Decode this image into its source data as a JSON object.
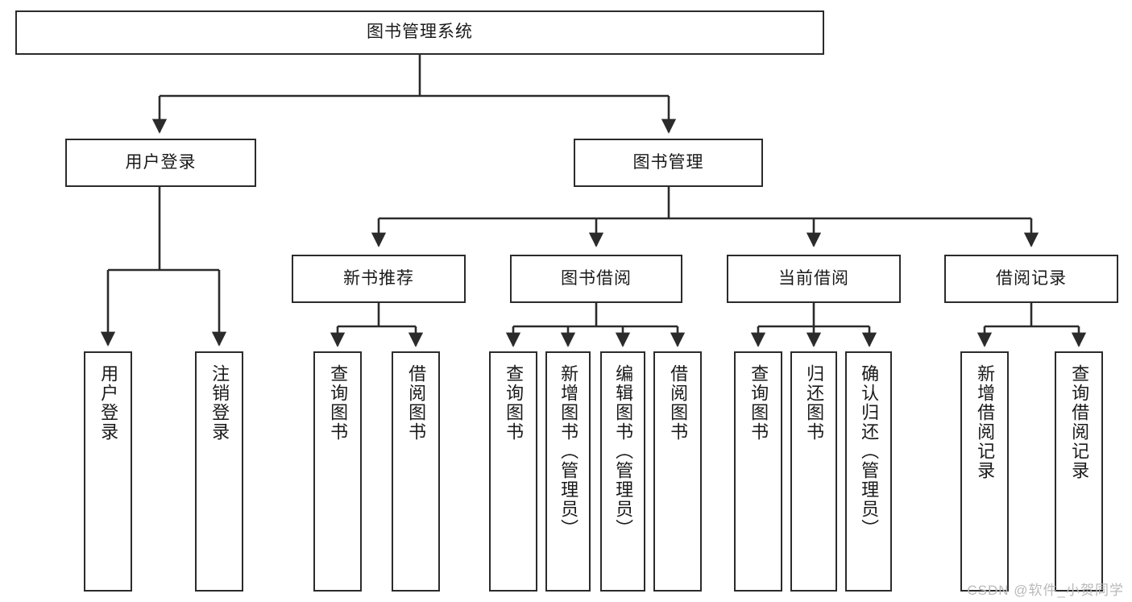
{
  "diagram": {
    "title": "图书管理系统",
    "type": "tree-hierarchy-chart",
    "root": {
      "label": "图书管理系统"
    },
    "level1": [
      {
        "label": "用户登录"
      },
      {
        "label": "图书管理"
      }
    ],
    "level2": [
      {
        "label": "新书推荐"
      },
      {
        "label": "图书借阅"
      },
      {
        "label": "当前借阅"
      },
      {
        "label": "借阅记录"
      }
    ],
    "leaves": {
      "user_login": [
        {
          "label": "用户登录"
        },
        {
          "label": "注销登录"
        }
      ],
      "new_book_recommend": [
        {
          "label": "查询图书"
        },
        {
          "label": "借阅图书"
        }
      ],
      "book_borrow": [
        {
          "label": "查询图书"
        },
        {
          "label": "新增图书（管理员）"
        },
        {
          "label": "编辑图书（管理员）"
        },
        {
          "label": "借阅图书"
        }
      ],
      "current_borrow": [
        {
          "label": "查询图书"
        },
        {
          "label": "归还图书"
        },
        {
          "label": "确认归还（管理员）"
        }
      ],
      "borrow_record": [
        {
          "label": "新增借阅记录"
        },
        {
          "label": "查询借阅记录"
        }
      ]
    }
  },
  "watermark": {
    "text": "CSDN @软件_小贺同学"
  },
  "colors": {
    "stroke": "#2b2b2b",
    "background": "#ffffff",
    "text": "#1a1a1a",
    "watermark": "#b9b9b9"
  }
}
